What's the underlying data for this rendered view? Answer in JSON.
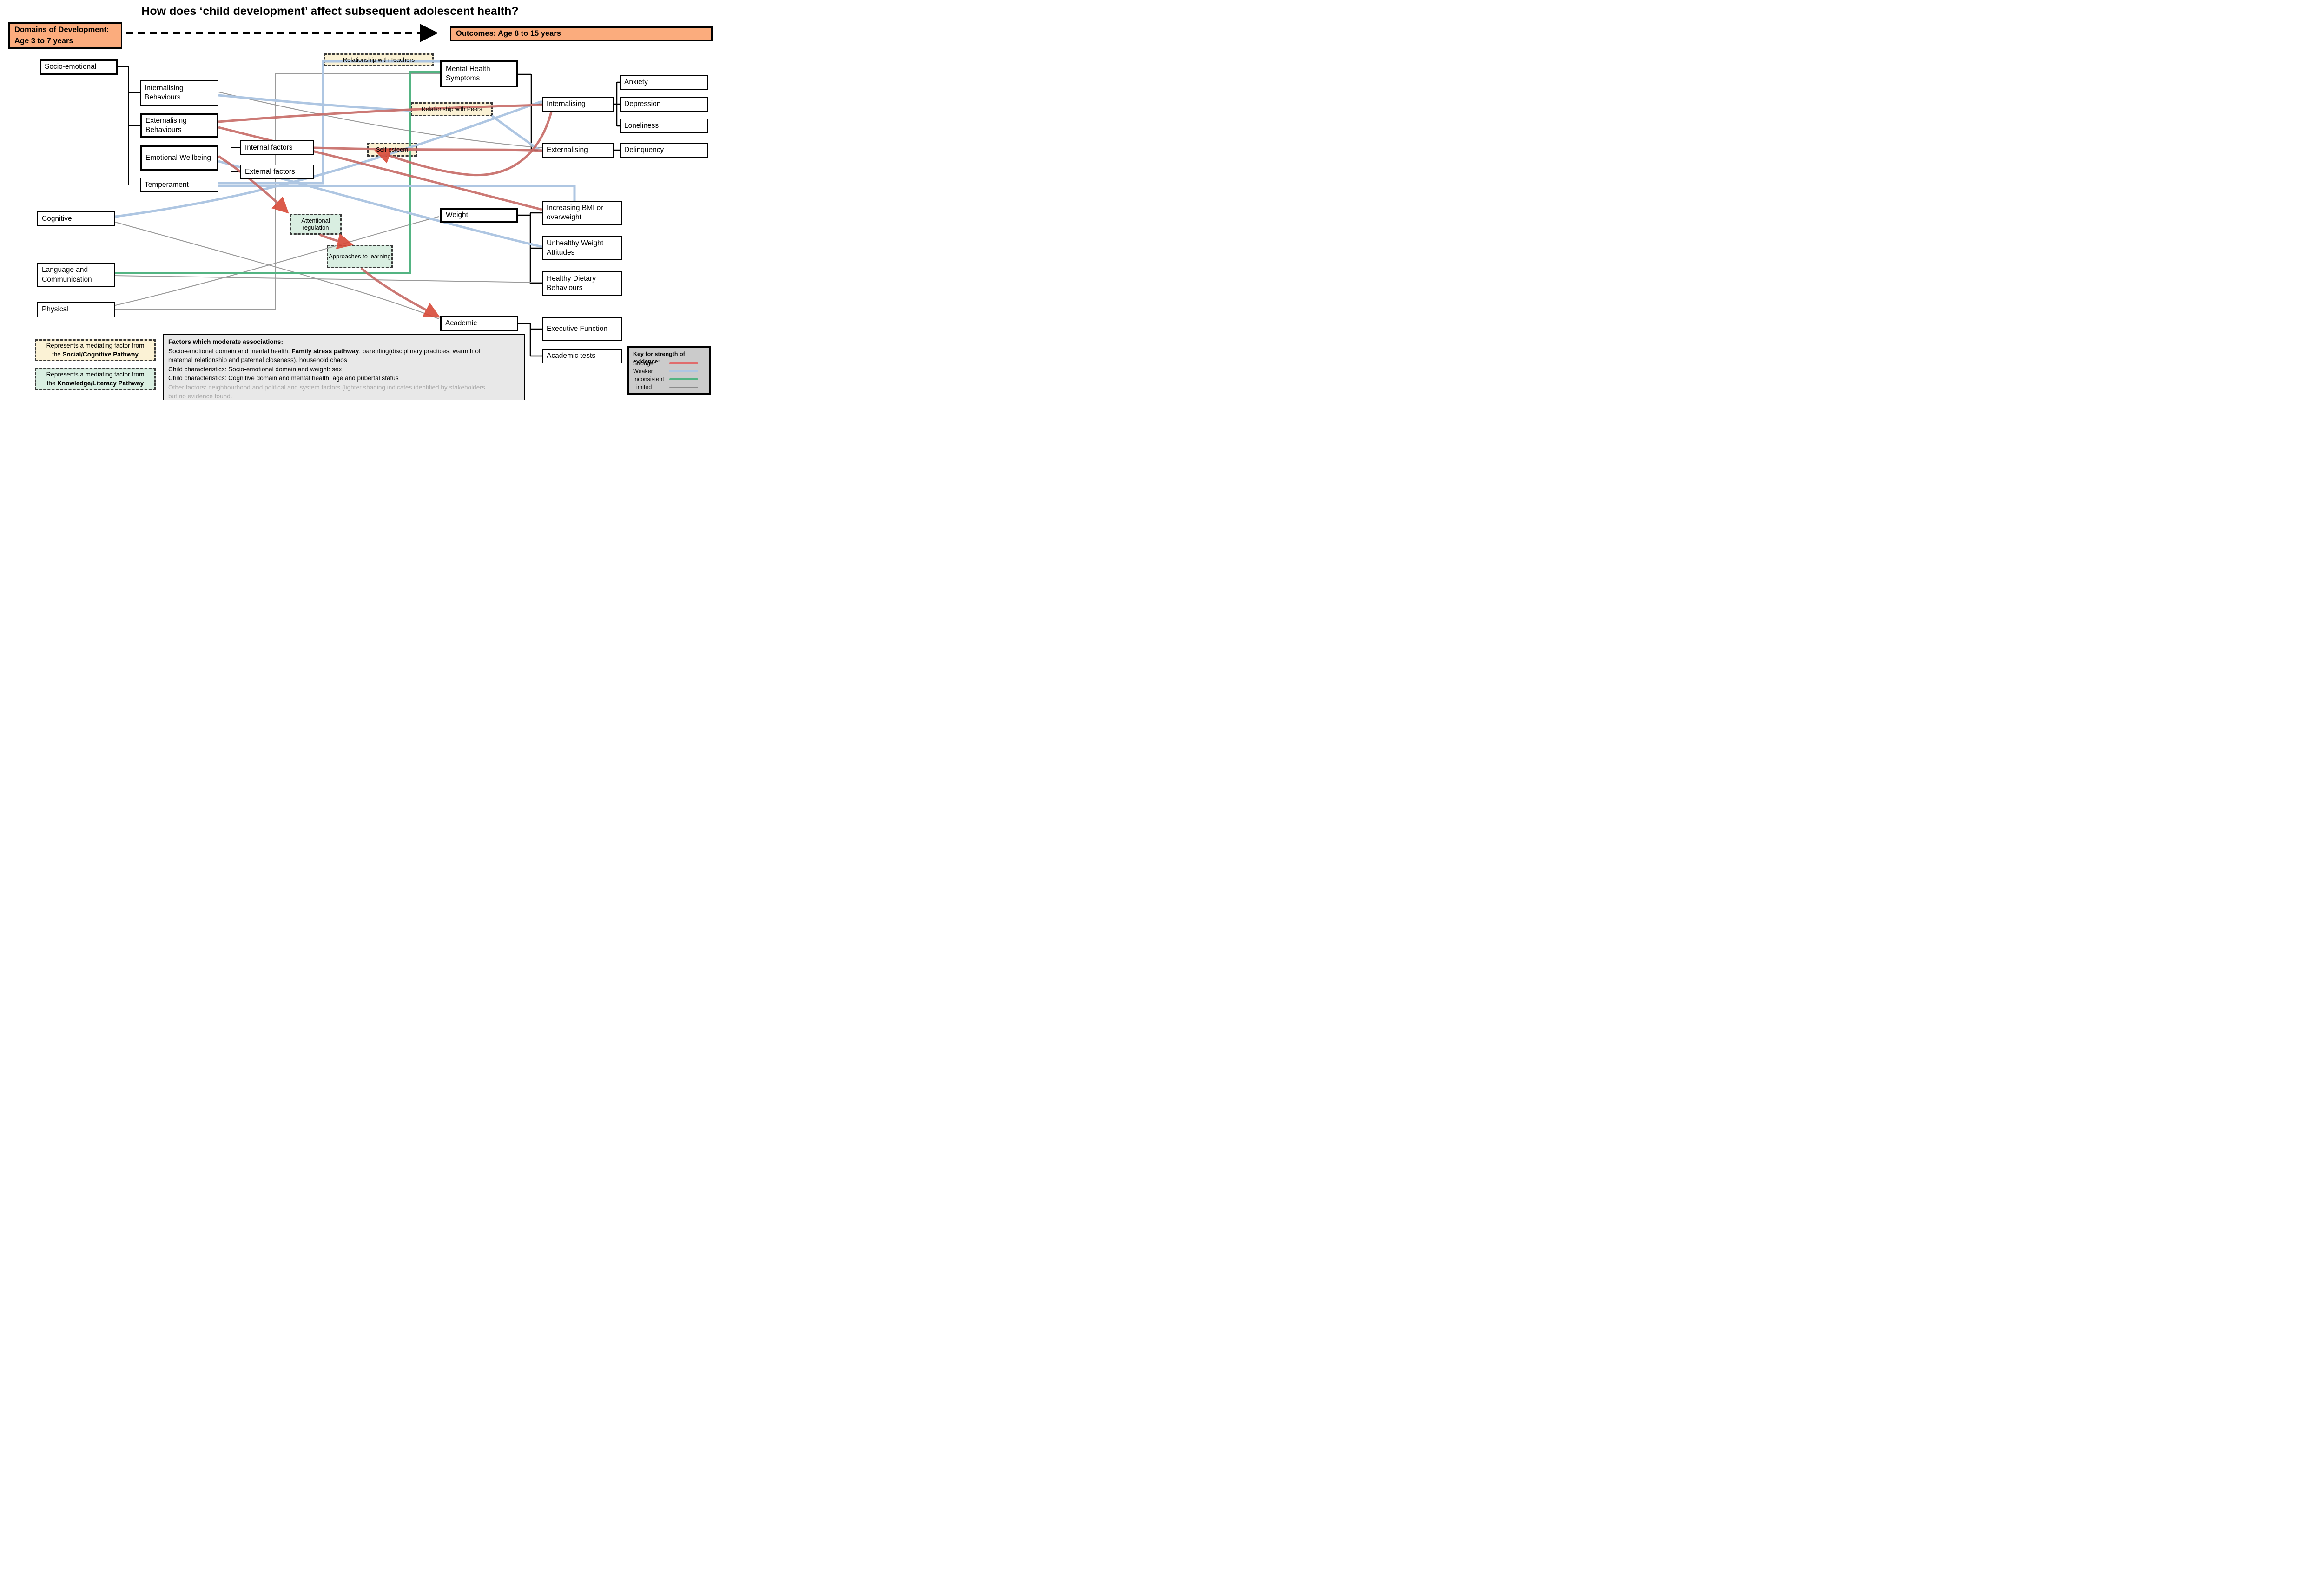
{
  "title": "How does ‘child development’ affect subsequent adolescent health?",
  "domains_box": {
    "line1": "Domains of Development:",
    "line2": "Age 3 to 7 years"
  },
  "outcomes_box": {
    "label": "Outcomes: Age 8 to 15 years"
  },
  "nodes": {
    "socio_emotional": "Socio-emotional",
    "internalising_behaviours": "Internalising Behaviours",
    "externalising_behaviours": "Externalising Behaviours",
    "emotional_wellbeing": "Emotional Wellbeing",
    "temperament": "Temperament",
    "internal_factors": "Internal factors",
    "external_factors": "External factors",
    "cognitive": "Cognitive",
    "language_communication": "Language and Communication",
    "physical": "Physical",
    "mental_health_symptoms": "Mental Health Symptoms",
    "weight": "Weight",
    "academic": "Academic",
    "internalising": "Internalising",
    "externalising": "Externalising",
    "increasing_bmi": "Increasing BMI or overweight",
    "unhealthy_weight": "Unhealthy Weight Attitudes",
    "healthy_dietary": "Healthy Dietary Behaviours",
    "executive_function": "Executive Function",
    "academic_tests": "Academic tests",
    "anxiety": "Anxiety",
    "depression": "Depression",
    "loneliness": "Loneliness",
    "delinquency": "Delinquency"
  },
  "mediators": {
    "teachers": "Relationship with Teachers",
    "peers": "Relationship with Peers",
    "self_esteem": "Self-esteem",
    "attentional": "Attentional regulation",
    "approaches": "Approaches to learning"
  },
  "legend_social": {
    "line1": "Represents a mediating factor from",
    "line2_pre": "the ",
    "line2_bold": "Social/Cognitive Pathway"
  },
  "legend_knowledge": {
    "line1": "Represents a mediating factor from",
    "line2_pre": "the ",
    "line2_bold": "Knowledge/Literacy Pathway"
  },
  "moderators": {
    "heading": "Factors which moderate associations:",
    "line1_pre": "Socio-emotional domain and mental health: ",
    "line1_bold": "Family stress pathway",
    "line1_post": ": parenting(disciplinary practices, warmth of",
    "line2": "maternal relationship and paternal closeness), household chaos",
    "line3": "Child characteristics: Socio-emotional domain and weight: sex",
    "line4": "Child characteristics: Cognitive domain and mental health: age and pubertal status",
    "line5": "Other factors: neighbourhood and political and system factors (lighter shading indicates identified by stakeholders",
    "line6": "but no evidence found."
  },
  "key": {
    "title": "Key for strength of evidence:",
    "entries": [
      {
        "label": "Stronger",
        "color": "#e06c6c"
      },
      {
        "label": "Weaker",
        "color": "#aec6e2"
      },
      {
        "label": "Inconsistent",
        "color": "#53b482"
      },
      {
        "label": "Limited",
        "color": "#8a8a8a"
      }
    ]
  },
  "connections": [
    {
      "from": "Externalising Behaviours",
      "to": "Internalising",
      "strength": "Stronger"
    },
    {
      "from": "Externalising Behaviours",
      "to": "Increasing BMI or overweight",
      "strength": "Stronger"
    },
    {
      "from": "Internal factors",
      "to": "Externalising",
      "strength": "Stronger",
      "via": "Self-esteem"
    },
    {
      "from": "Internalising",
      "to": "Self-esteem",
      "strength": "Stronger"
    },
    {
      "from": "Emotional Wellbeing",
      "to": "Attentional regulation",
      "strength": "Stronger"
    },
    {
      "from": "Attentional regulation",
      "to": "Approaches to learning",
      "strength": "Stronger"
    },
    {
      "from": "Approaches to learning",
      "to": "Academic",
      "strength": "Stronger"
    },
    {
      "from": "Temperament",
      "to": "Mental Health Symptoms",
      "strength": "Weaker",
      "via": "Relationship with Teachers"
    },
    {
      "from": "Temperament",
      "to": "Increasing BMI or overweight",
      "strength": "Weaker"
    },
    {
      "from": "Cognitive",
      "to": "Internalising",
      "strength": "Weaker",
      "via": "Self-esteem"
    },
    {
      "from": "Emotional Wellbeing",
      "to": "Unhealthy Weight Attitudes",
      "strength": "Weaker"
    },
    {
      "from": "Internalising Behaviours",
      "to": "Relationship with Peers",
      "strength": "Weaker"
    },
    {
      "from": "Relationship with Peers",
      "to": "Externalising",
      "strength": "Weaker"
    },
    {
      "from": "Language and Communication",
      "to": "Mental Health Symptoms",
      "strength": "Inconsistent"
    },
    {
      "from": "Internalising Behaviours",
      "to": "Externalising",
      "strength": "Limited"
    },
    {
      "from": "Physical",
      "to": "Mental Health Symptoms",
      "strength": "Limited"
    },
    {
      "from": "Cognitive",
      "to": "Academic",
      "strength": "Limited"
    },
    {
      "from": "Physical",
      "to": "Weight",
      "strength": "Limited"
    },
    {
      "from": "Language and Communication",
      "to": "Healthy Dietary Behaviours",
      "strength": "Limited"
    }
  ]
}
